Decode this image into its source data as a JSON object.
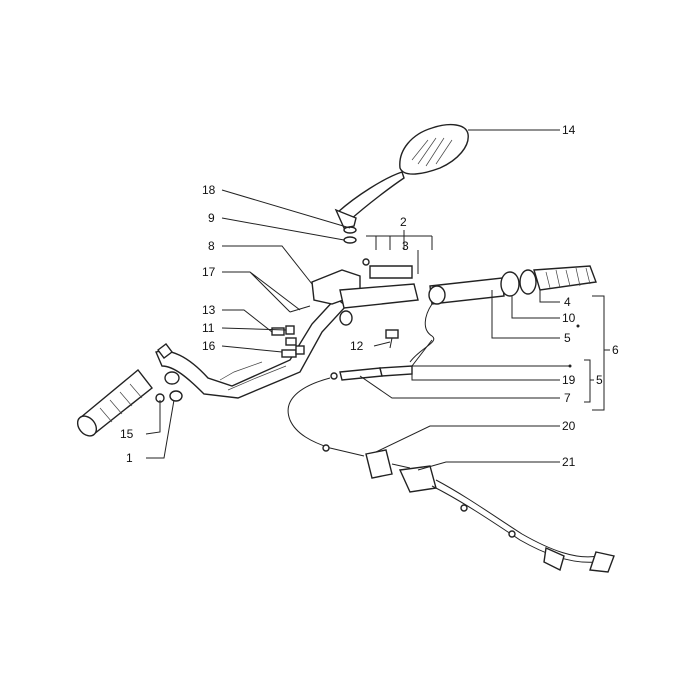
{
  "diagram": {
    "callouts": [
      {
        "id": "c14",
        "label": "14"
      },
      {
        "id": "c18",
        "label": "18"
      },
      {
        "id": "c9",
        "label": "9"
      },
      {
        "id": "c2",
        "label": "2"
      },
      {
        "id": "c8",
        "label": "8"
      },
      {
        "id": "c3",
        "label": "3"
      },
      {
        "id": "c17",
        "label": "17"
      },
      {
        "id": "c4",
        "label": "4"
      },
      {
        "id": "c13",
        "label": "13"
      },
      {
        "id": "c10",
        "label": "10"
      },
      {
        "id": "c11",
        "label": "11"
      },
      {
        "id": "c5a",
        "label": "5"
      },
      {
        "id": "c6",
        "label": "6"
      },
      {
        "id": "c16",
        "label": "16"
      },
      {
        "id": "c12",
        "label": "12"
      },
      {
        "id": "c19",
        "label": "19"
      },
      {
        "id": "c5b",
        "label": "5"
      },
      {
        "id": "c7",
        "label": "7"
      },
      {
        "id": "c15",
        "label": "15"
      },
      {
        "id": "c20",
        "label": "20"
      },
      {
        "id": "c1",
        "label": "1"
      },
      {
        "id": "c21",
        "label": "21"
      }
    ]
  }
}
